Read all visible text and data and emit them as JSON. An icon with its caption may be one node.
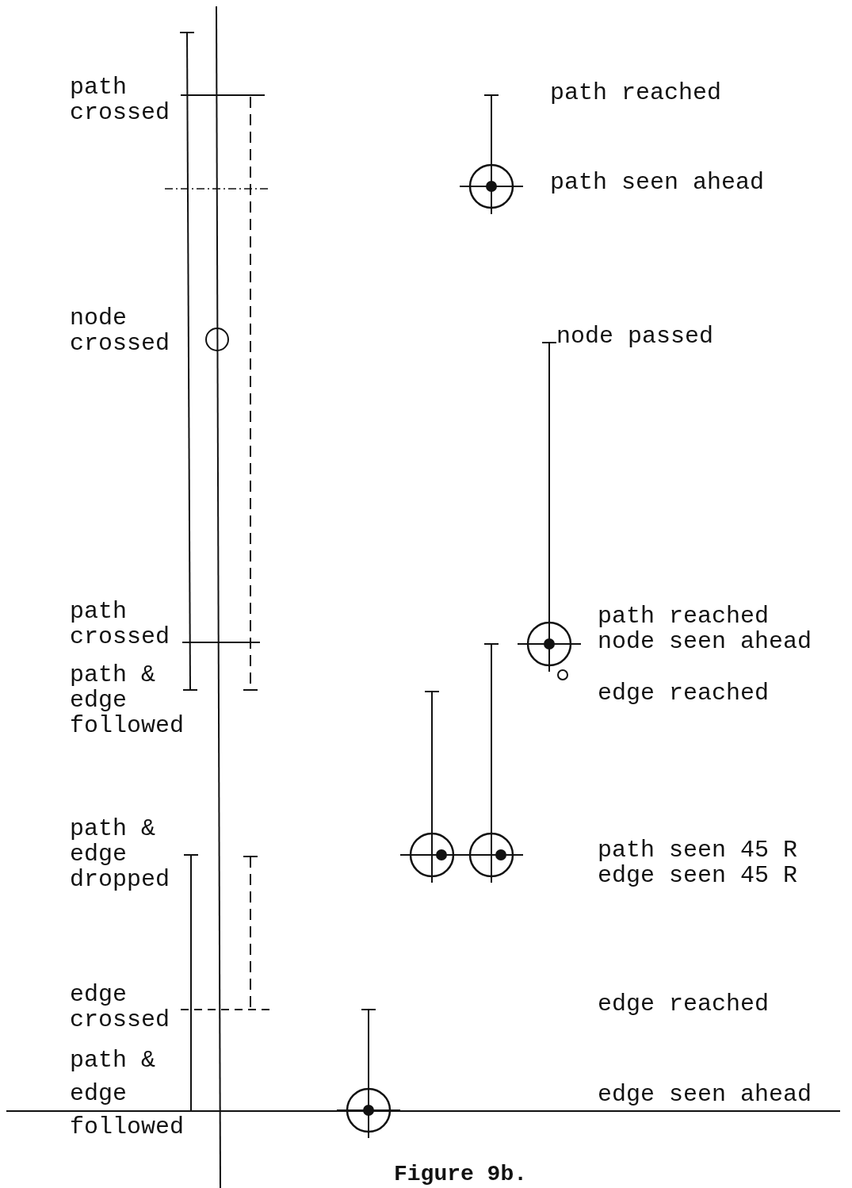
{
  "diagram": {
    "caption": "Figure 9b.",
    "labels": [
      "path reached",
      "path crossed",
      "path seen ahead",
      "node crossed",
      "node passed",
      "path crossed",
      "path reached",
      "node seen ahead",
      "path & edge followed",
      "edge reached",
      "path & edge dropped",
      "path seen 45 R",
      "edge seen 45 R",
      "edge crossed",
      "edge reached",
      "path & edge followed",
      "edge seen ahead"
    ]
  }
}
